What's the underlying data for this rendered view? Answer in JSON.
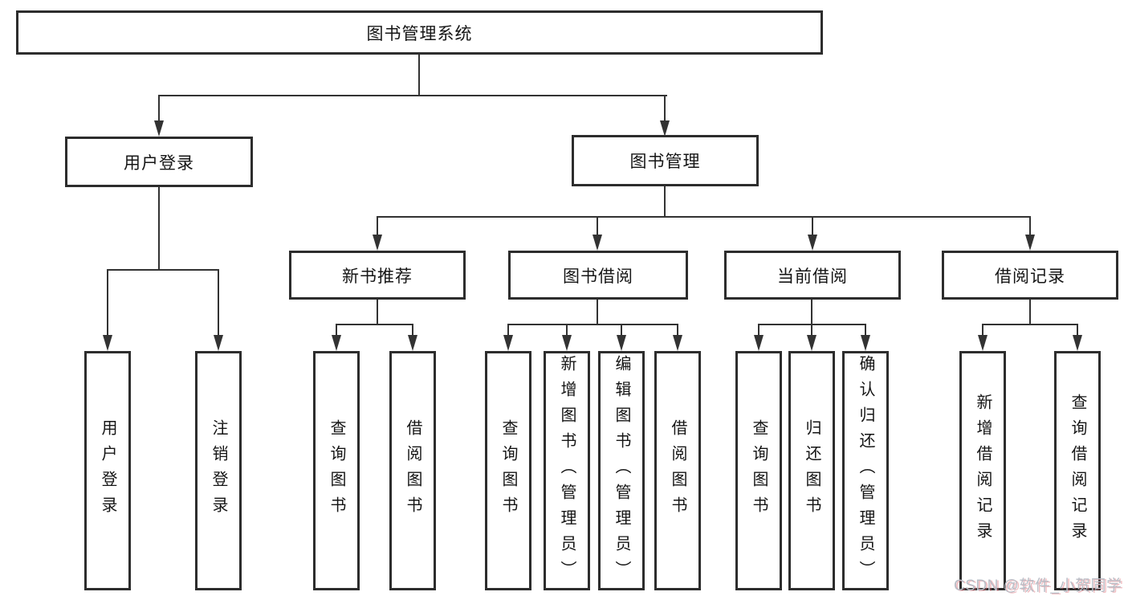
{
  "tree": {
    "root": {
      "label": "图书管理系统"
    },
    "children": [
      {
        "label": "用户登录",
        "children": [
          {
            "label": "用户登录"
          },
          {
            "label": "注销登录"
          }
        ]
      },
      {
        "label": "图书管理",
        "children": [
          {
            "label": "新书推荐",
            "children": [
              {
                "label": "查询图书"
              },
              {
                "label": "借阅图书"
              }
            ]
          },
          {
            "label": "图书借阅",
            "children": [
              {
                "label": "查询图书"
              },
              {
                "label": "新增图书（管理员）"
              },
              {
                "label": "编辑图书（管理员）"
              },
              {
                "label": "借阅图书"
              }
            ]
          },
          {
            "label": "当前借阅",
            "children": [
              {
                "label": "查询图书"
              },
              {
                "label": "归还图书"
              },
              {
                "label": "确认归还（管理员）"
              }
            ]
          },
          {
            "label": "借阅记录",
            "children": [
              {
                "label": "新增借阅记录"
              },
              {
                "label": "查询借阅记录"
              }
            ]
          }
        ]
      }
    ]
  },
  "watermark": {
    "text": "CSDN @软件_小贺同学"
  },
  "colors": {
    "line": "#333333",
    "border": "#2d2d2d",
    "text": "#151515",
    "background": "#ffffff",
    "watermark": "#b9bdc6"
  }
}
